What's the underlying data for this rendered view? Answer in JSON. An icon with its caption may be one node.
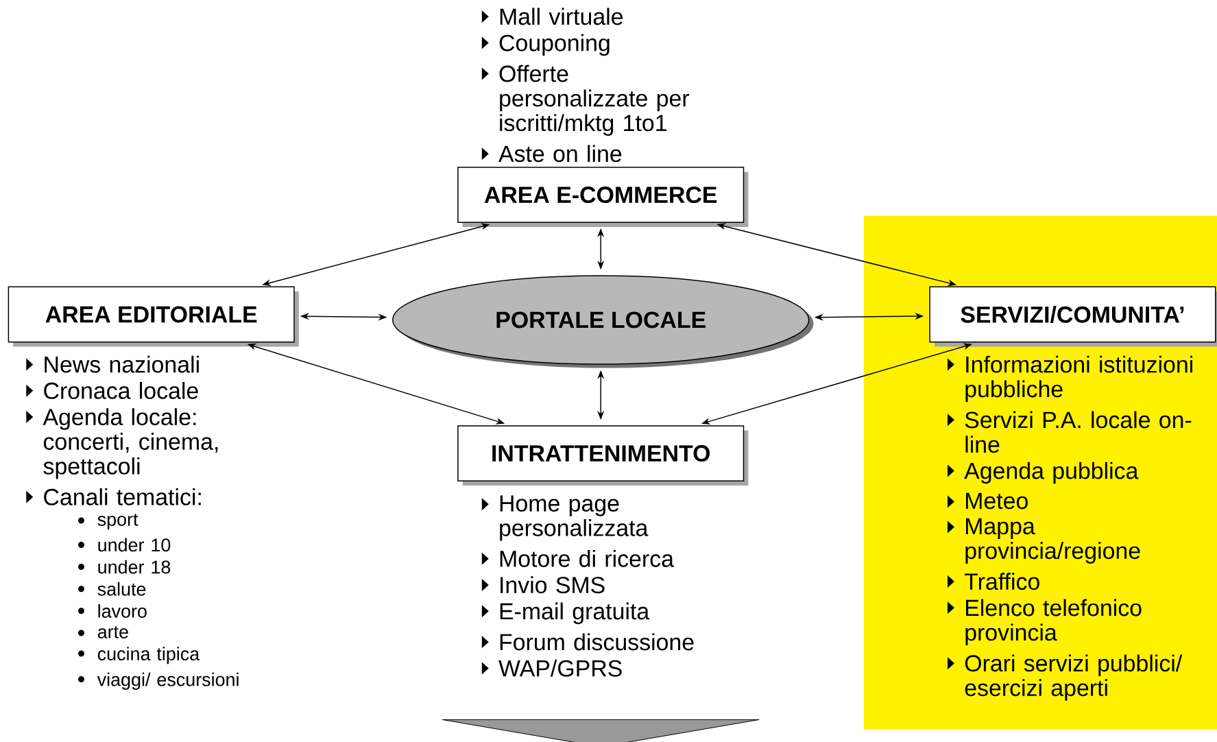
{
  "diagram": {
    "nodes": [
      {
        "text": [
          "AREA E-COMMERCE"
        ],
        "beside": [
          "Mall virtuale",
          "Couponing",
          "Offerte personalizzate per iscritti/mktg 1to1",
          "Aste on line"
        ]
      },
      {
        "text": [
          "AREA EDITORIALE"
        ],
        "beside": [
          "News nazionali",
          "Cronaca locale",
          "Agenda locale: concerti, cinema, spettacoli",
          "Canali tematici:",
          "sport",
          "under 10",
          "under 18",
          "salute",
          "lavoro",
          "arte",
          "cucina tipica",
          "viaggi/ escursioni"
        ]
      },
      {
        "text": [
          "PORTALE LOCALE"
        ]
      },
      {
        "text": [
          "SERVIZI/COMUNITA’"
        ],
        "beside": [
          "Informazioni istituzioni pubbliche",
          "Servizi P.A. locale on-line",
          "Agenda pubblica",
          "Meteo",
          "Mappa provincia/regione",
          "Traffico",
          "Elenco telefonico provincia",
          "Orari servizi pubblici/ esercizi aperti"
        ]
      },
      {
        "text": [
          "INTRATTENIMENTO"
        ],
        "beside": [
          "Home page personalizzata",
          "Motore di ricerca",
          "Invio SMS",
          "E-mail gratuita",
          "Forum discussione",
          "WAP/GPRS"
        ]
      }
    ],
    "edges": [
      {
        "from": 0,
        "to": 1,
        "arrow": "both"
      },
      {
        "from": 0,
        "to": 2,
        "arrow": "both"
      },
      {
        "from": 0,
        "to": 3,
        "arrow": "both"
      },
      {
        "from": 1,
        "to": 2,
        "arrow": "both"
      },
      {
        "from": 2,
        "to": 3,
        "arrow": "both"
      },
      {
        "from": 1,
        "to": 4,
        "arrow": "both"
      },
      {
        "from": 2,
        "to": 4,
        "arrow": "both"
      },
      {
        "from": 3,
        "to": 4,
        "arrow": "both"
      }
    ]
  }
}
